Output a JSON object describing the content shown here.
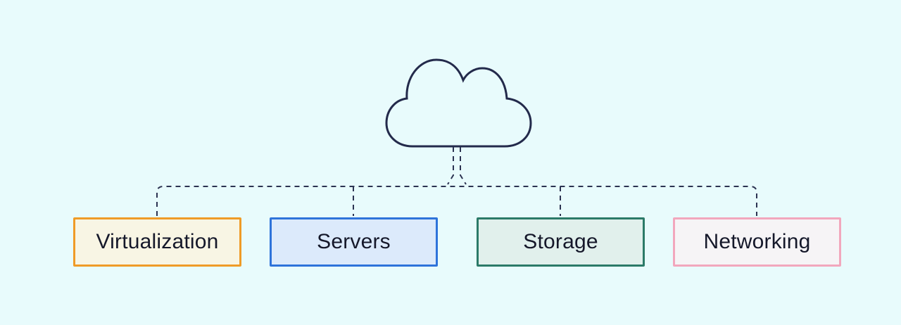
{
  "diagram": {
    "kind": "cloud-infrastructure-diagram",
    "cloud": {
      "icon": "cloud-icon"
    },
    "nodes": [
      {
        "label": "Virtualization",
        "border_color": "#ef9b27",
        "fill_color": "#f8f5e4"
      },
      {
        "label": "Servers",
        "border_color": "#2e73da",
        "fill_color": "#dceafb"
      },
      {
        "label": "Storage",
        "border_color": "#2b7a68",
        "fill_color": "#e1f0ec"
      },
      {
        "label": "Networking",
        "border_color": "#f2a7bd",
        "fill_color": "#f6f4f6"
      }
    ],
    "colors": {
      "background": "#e8fbfc",
      "line": "#2c3352",
      "cloud_stroke": "#232a4b",
      "text": "#15182a"
    }
  }
}
